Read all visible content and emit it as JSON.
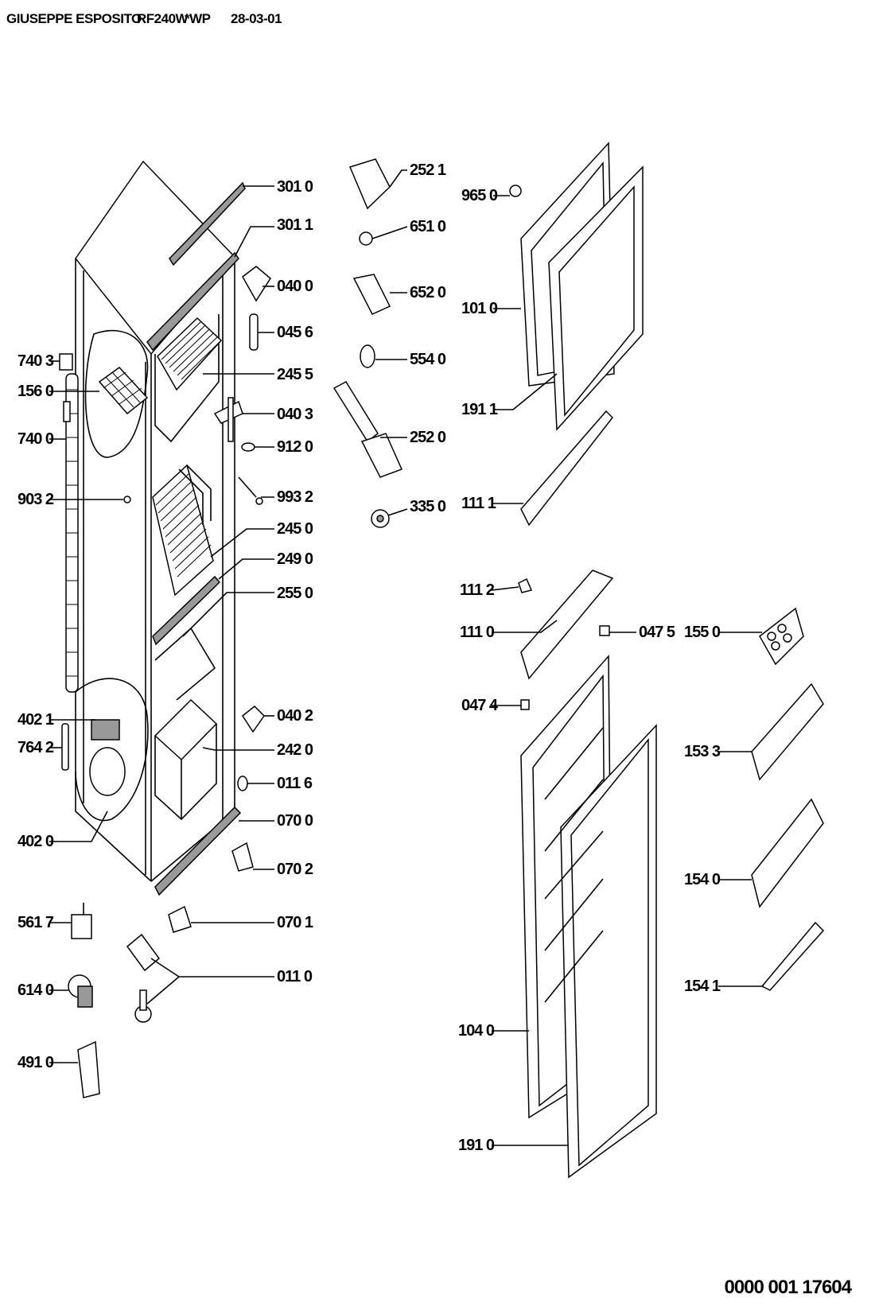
{
  "header": {
    "author": "GIUSEPPE ESPOSITO",
    "model": "RF240W",
    "variant": "*WP",
    "date": "28-03-01"
  },
  "labels": {
    "p3010": "301 0",
    "p3011": "301 1",
    "p0400": "040 0",
    "p0456": "045 6",
    "p2455": "245 5",
    "p0403": "040 3",
    "p9120": "912 0",
    "p9932": "993 2",
    "p2450": "245 0",
    "p2490": "249 0",
    "p2550": "255 0",
    "p0402": "040 2",
    "p2420": "242 0",
    "p0116": "011 6",
    "p0700": "070 0",
    "p0702": "070 2",
    "p0701": "070 1",
    "p0110": "011 0",
    "p7403": "740 3",
    "p1560": "156 0",
    "p7400": "740 0",
    "p9032": "903 2",
    "p4021": "402 1",
    "p7642": "764 2",
    "p4020": "402 0",
    "p5617": "561 7",
    "p6140": "614 0",
    "p4910": "491 0",
    "p2521": "252 1",
    "p6510": "651 0",
    "p6520": "652 0",
    "p5540": "554 0",
    "p2520": "252 0",
    "p3350": "335 0",
    "p9650": "965 0",
    "p1010": "101 0",
    "p1911": "191 1",
    "p1111": "111 1",
    "p1112": "111 2",
    "p1110": "111 0",
    "p0475": "047 5",
    "p1550": "155 0",
    "p0474": "047 4",
    "p1533": "153 3",
    "p1540": "154 0",
    "p1541": "154 1",
    "p1040": "104 0",
    "p1910": "191 0"
  },
  "footer": {
    "doc_number": "0000 001 17604"
  }
}
